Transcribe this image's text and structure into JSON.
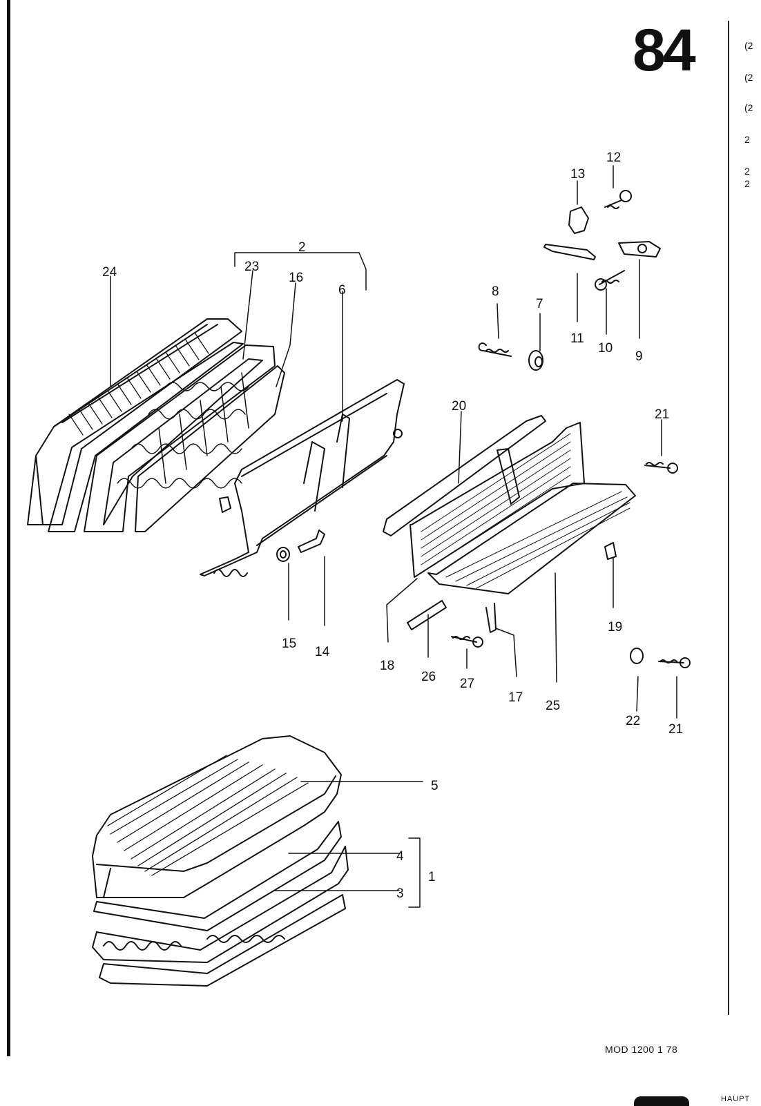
{
  "page_number": "84",
  "margin_refs": [
    "(2",
    "(2",
    "(2",
    "2",
    "2",
    "2"
  ],
  "footer": {
    "model_code": "MOD 1200  1 78",
    "section": "HAUPT"
  },
  "callouts": [
    "1",
    "2",
    "3",
    "4",
    "5",
    "6",
    "7",
    "8",
    "9",
    "10",
    "11",
    "12",
    "13",
    "14",
    "15",
    "16",
    "17",
    "18",
    "19",
    "20",
    "21",
    "21",
    "22",
    "23",
    "24",
    "25",
    "26",
    "27"
  ]
}
